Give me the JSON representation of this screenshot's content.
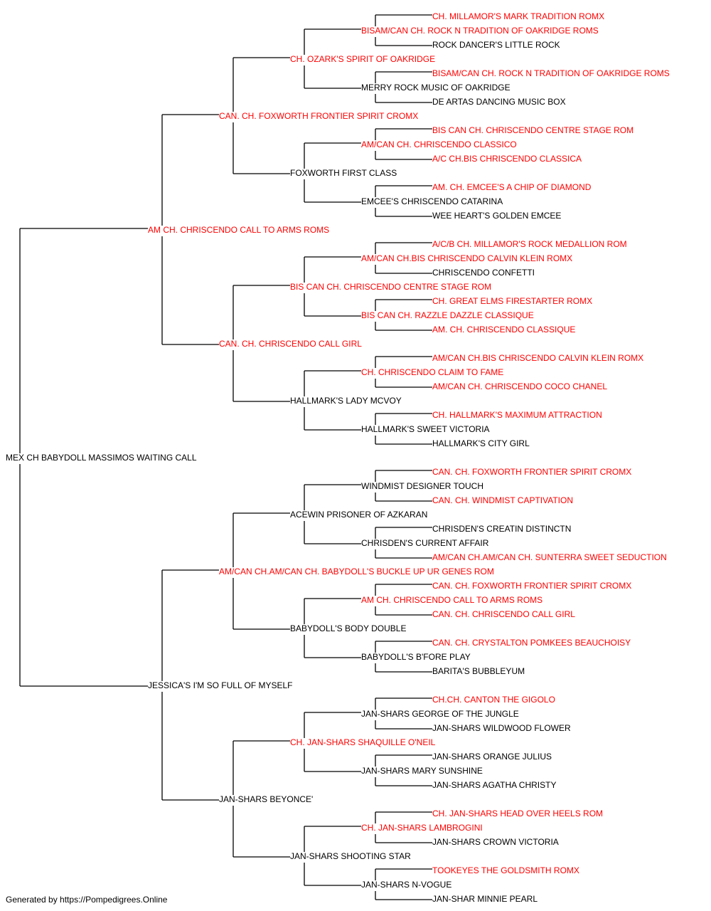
{
  "colors": {
    "champion": "#ff0000",
    "regular": "#000000",
    "line": "#000000"
  },
  "footer": "Generated by https://Pompedigrees.Online",
  "pedigree": [
    {
      "name": "MEX CH BABYDOLL MASSIMOS WAITING CALL",
      "champion": false
    },
    {
      "name": "AM CH. CHRISCENDO CALL TO ARMS ROMS",
      "champion": true
    },
    {
      "name": "JESSICA'S I'M SO FULL OF MYSELF",
      "champion": false
    },
    {
      "name": "CAN. CH. FOXWORTH FRONTIER SPIRIT CROMX",
      "champion": true
    },
    {
      "name": "CAN. CH. CHRISCENDO CALL GIRL",
      "champion": true
    },
    {
      "name": "AM/CAN CH.AM/CAN CH. BABYDOLL'S BUCKLE UP UR GENES ROM",
      "champion": true
    },
    {
      "name": "JAN-SHARS BEYONCE'",
      "champion": false
    },
    {
      "name": "CH. OZARK'S SPIRIT OF OAKRIDGE",
      "champion": true
    },
    {
      "name": "FOXWORTH FIRST CLASS",
      "champion": false
    },
    {
      "name": "BIS CAN CH. CHRISCENDO CENTRE STAGE ROM",
      "champion": true
    },
    {
      "name": "HALLMARK'S LADY MCVOY",
      "champion": false
    },
    {
      "name": "ACEWIN PRISONER OF AZKARAN",
      "champion": false
    },
    {
      "name": "BABYDOLL'S BODY DOUBLE",
      "champion": false
    },
    {
      "name": "CH. JAN-SHARS SHAQUILLE O'NEIL",
      "champion": true
    },
    {
      "name": "JAN-SHARS SHOOTING STAR",
      "champion": false
    },
    {
      "name": "BISAM/CAN CH. ROCK N TRADITION OF OAKRIDGE ROMS",
      "champion": true
    },
    {
      "name": "MERRY ROCK MUSIC OF OAKRIDGE",
      "champion": false
    },
    {
      "name": "AM/CAN CH. CHRISCENDO CLASSICO",
      "champion": true
    },
    {
      "name": "EMCEE'S CHRISCENDO CATARINA",
      "champion": false
    },
    {
      "name": "AM/CAN CH.BIS CHRISCENDO CALVIN KLEIN ROMX",
      "champion": true
    },
    {
      "name": "BIS CAN CH. RAZZLE DAZZLE CLASSIQUE",
      "champion": true
    },
    {
      "name": "CH. CHRISCENDO CLAIM TO FAME",
      "champion": true
    },
    {
      "name": "HALLMARK'S SWEET VICTORIA",
      "champion": false
    },
    {
      "name": "WINDMIST DESIGNER TOUCH",
      "champion": false
    },
    {
      "name": "CHRISDEN'S CURRENT AFFAIR",
      "champion": false
    },
    {
      "name": "AM CH. CHRISCENDO CALL TO ARMS ROMS",
      "champion": true
    },
    {
      "name": "BABYDOLL'S B'FORE PLAY",
      "champion": false
    },
    {
      "name": "JAN-SHARS GEORGE OF THE JUNGLE",
      "champion": false
    },
    {
      "name": "JAN-SHARS MARY SUNSHINE",
      "champion": false
    },
    {
      "name": "CH. JAN-SHARS LAMBROGINI",
      "champion": true
    },
    {
      "name": "JAN-SHARS N-VOGUE",
      "champion": false
    },
    {
      "name": "CH. MILLAMOR'S MARK TRADITION ROMX",
      "champion": true
    },
    {
      "name": "ROCK DANCER'S LITTLE ROCK",
      "champion": false
    },
    {
      "name": "BISAM/CAN CH. ROCK N TRADITION OF OAKRIDGE ROMS",
      "champion": true
    },
    {
      "name": "DE ARTAS DANCING MUSIC BOX",
      "champion": false
    },
    {
      "name": "BIS CAN CH. CHRISCENDO CENTRE STAGE ROM",
      "champion": true
    },
    {
      "name": "A/C CH.BIS CHRISCENDO CLASSICA",
      "champion": true
    },
    {
      "name": "AM. CH. EMCEE'S A CHIP OF DIAMOND",
      "champion": true
    },
    {
      "name": "WEE HEART'S GOLDEN EMCEE",
      "champion": false
    },
    {
      "name": "A/C/B CH. MILLAMOR'S ROCK MEDALLION ROM",
      "champion": true
    },
    {
      "name": "CHRISCENDO CONFETTI",
      "champion": false
    },
    {
      "name": "CH. GREAT ELMS FIRESTARTER ROMX",
      "champion": true
    },
    {
      "name": "AM. CH. CHRISCENDO CLASSIQUE",
      "champion": true
    },
    {
      "name": "AM/CAN CH.BIS CHRISCENDO CALVIN KLEIN ROMX",
      "champion": true
    },
    {
      "name": "AM/CAN CH. CHRISCENDO COCO CHANEL",
      "champion": true
    },
    {
      "name": "CH. HALLMARK'S MAXIMUM ATTRACTION",
      "champion": true
    },
    {
      "name": "HALLMARK'S CITY GIRL",
      "champion": false
    },
    {
      "name": "CAN. CH. FOXWORTH FRONTIER SPIRIT CROMX",
      "champion": true
    },
    {
      "name": "CAN. CH. WINDMIST CAPTIVATION",
      "champion": true
    },
    {
      "name": "CHRISDEN'S CREATIN DISTINCTN",
      "champion": false
    },
    {
      "name": "AM/CAN CH.AM/CAN CH. SUNTERRA SWEET SEDUCTION",
      "champion": true
    },
    {
      "name": "CAN. CH. FOXWORTH FRONTIER SPIRIT CROMX",
      "champion": true
    },
    {
      "name": "CAN. CH. CHRISCENDO CALL GIRL",
      "champion": true
    },
    {
      "name": "CAN. CH. CRYSTALTON POMKEES BEAUCHOISY",
      "champion": true
    },
    {
      "name": "BARITA'S BUBBLEYUM",
      "champion": false
    },
    {
      "name": "CH.CH. CANTON THE GIGOLO",
      "champion": true
    },
    {
      "name": "JAN-SHARS WILDWOOD FLOWER",
      "champion": false
    },
    {
      "name": "JAN-SHARS ORANGE JULIUS",
      "champion": false
    },
    {
      "name": "JAN-SHARS AGATHA CHRISTY",
      "champion": false
    },
    {
      "name": "CH. JAN-SHARS HEAD OVER HEELS ROM",
      "champion": true
    },
    {
      "name": "JAN-SHARS CROWN VICTORIA",
      "champion": false
    },
    {
      "name": "TOOKEYES THE GOLDSMITH ROMX",
      "champion": true
    },
    {
      "name": "JAN-SHAR MINNIE PEARL",
      "champion": false
    }
  ]
}
